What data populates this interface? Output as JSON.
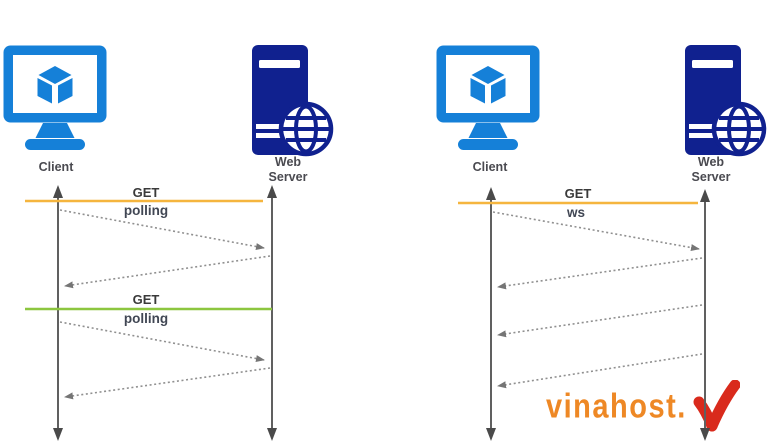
{
  "left_panel": {
    "client_label": "Client",
    "server_label_line1": "Web",
    "server_label_line2": "Server",
    "exchange1": {
      "method": "GET",
      "protocol": "polling"
    },
    "exchange2": {
      "method": "GET",
      "protocol": "polling"
    }
  },
  "right_panel": {
    "client_label": "Client",
    "server_label_line1": "Web",
    "server_label_line2": "Server",
    "exchange1": {
      "method": "GET",
      "protocol": "ws"
    }
  },
  "watermark": {
    "brand": "vinahost."
  },
  "icons": {
    "client": "azure-vm-monitor-cube-icon",
    "server": "web-server-tower-globe-icon",
    "watermark_logo": "red-v-check-icon"
  },
  "colors": {
    "client_icon_blue": "#1580d8",
    "server_icon_navy": "#10218f",
    "request_line_orange": "#f5b53e",
    "request_line_green": "#8cc63f",
    "lifeline_gray": "#606060",
    "message_dotted_gray": "#909090",
    "watermark_text_orange": "#ee8825",
    "watermark_logo_red": "#d92a1c",
    "method_text": "#3a3a3a",
    "protocol_text": "#414754",
    "actor_text": "#4a4a50"
  }
}
